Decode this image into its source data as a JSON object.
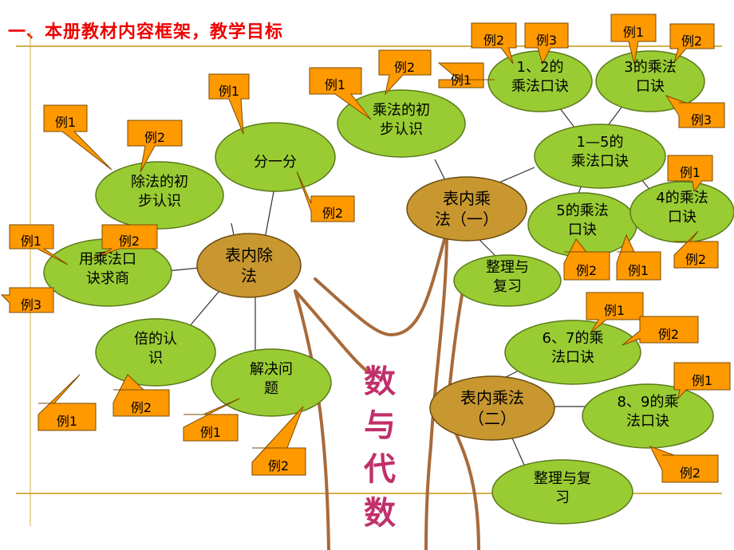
{
  "title": "一、本册教材内容框架，教学目标",
  "trunk_label": [
    "数",
    "与",
    "代",
    "数"
  ],
  "colors": {
    "title": "#ee0000",
    "trunk_label": "#c0306a",
    "leaf_fill": "#99cc33",
    "leaf_stroke": "#5a7a1a",
    "hub_fill": "#c8972f",
    "hub_stroke": "#6b4a10",
    "callout_fill": "#ff9900",
    "callout_stroke": "#7a4a00",
    "branch": "#a86a3a",
    "rule": "#d4b04a"
  },
  "hubs": [
    {
      "id": "hub-table-division",
      "label": [
        "表内除",
        "法"
      ]
    },
    {
      "id": "hub-table-mult-1",
      "label": [
        "表内乘",
        "法（一）"
      ]
    },
    {
      "id": "hub-table-mult-2",
      "label": [
        "表内乘法",
        "（二）"
      ]
    }
  ],
  "nodes": [
    {
      "id": "node-fen-yi-fen",
      "label": [
        "分一分"
      ]
    },
    {
      "id": "node-division-intro",
      "label": [
        "除法的初",
        "步认识"
      ]
    },
    {
      "id": "node-mult-table-quotient",
      "label": [
        "用乘法口",
        "诀求商"
      ]
    },
    {
      "id": "node-multiple-concept",
      "label": [
        "倍的认",
        "识"
      ]
    },
    {
      "id": "node-problem-solving",
      "label": [
        "解决问",
        "题"
      ]
    },
    {
      "id": "node-mult-intro",
      "label": [
        "乘法的初",
        "步认识"
      ]
    },
    {
      "id": "node-mult-1-2",
      "label": [
        "1、2的",
        "乘法口诀"
      ]
    },
    {
      "id": "node-mult-3",
      "label": [
        "3的乘法",
        "口诀"
      ]
    },
    {
      "id": "node-mult-1-5",
      "label": [
        "1—5的",
        "乘法口诀"
      ]
    },
    {
      "id": "node-mult-5",
      "label": [
        "5的乘法",
        "口诀"
      ]
    },
    {
      "id": "node-mult-4",
      "label": [
        "4的乘法",
        "口诀"
      ]
    },
    {
      "id": "node-review-1",
      "label": [
        "整理与",
        "复习"
      ]
    },
    {
      "id": "node-mult-6-7",
      "label": [
        "6、7的乘",
        "法口诀"
      ]
    },
    {
      "id": "node-mult-8-9",
      "label": [
        "8、9的乘",
        "法口诀"
      ]
    },
    {
      "id": "node-review-2",
      "label": [
        "整理与复",
        "习"
      ]
    }
  ],
  "callouts": [
    {
      "id": "c1",
      "label": "例1"
    },
    {
      "id": "c2",
      "label": "例2"
    },
    {
      "id": "c3",
      "label": "例1"
    },
    {
      "id": "c4",
      "label": "例2"
    },
    {
      "id": "c5",
      "label": "例1"
    },
    {
      "id": "c6",
      "label": "例2"
    },
    {
      "id": "c7",
      "label": "例3"
    },
    {
      "id": "c8",
      "label": "例1"
    },
    {
      "id": "c9",
      "label": "例2"
    },
    {
      "id": "c10",
      "label": "例1"
    },
    {
      "id": "c11",
      "label": "例2"
    },
    {
      "id": "c12",
      "label": "例1"
    },
    {
      "id": "c13",
      "label": "例2"
    },
    {
      "id": "c14",
      "label": "例2"
    },
    {
      "id": "c15",
      "label": "例3"
    },
    {
      "id": "c16",
      "label": "例1"
    },
    {
      "id": "c17",
      "label": "例1"
    },
    {
      "id": "c18",
      "label": "例2"
    },
    {
      "id": "c19",
      "label": "例3"
    },
    {
      "id": "c20",
      "label": "例1"
    },
    {
      "id": "c21",
      "label": "例2"
    },
    {
      "id": "c22",
      "label": "例2"
    },
    {
      "id": "c23",
      "label": "例1"
    },
    {
      "id": "c24",
      "label": "例1"
    },
    {
      "id": "c25",
      "label": "例2"
    },
    {
      "id": "c26",
      "label": "例1"
    },
    {
      "id": "c27",
      "label": "例2"
    }
  ]
}
